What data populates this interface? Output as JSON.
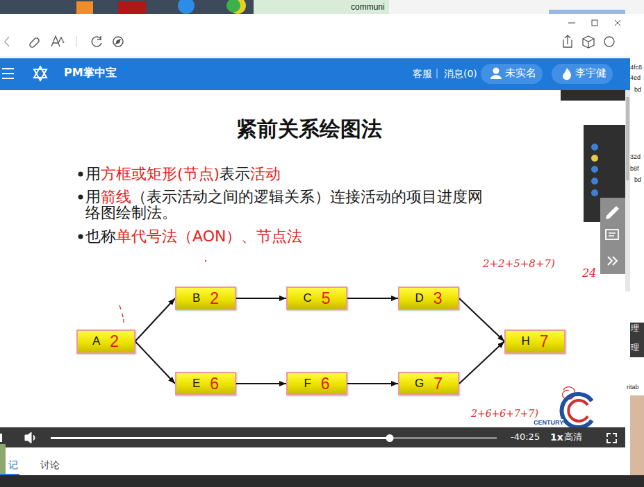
{
  "diagram": {
    "title": "紧前关系绘图法",
    "nodes": [
      {
        "text": [
          "A",
          "2"
        ]
      },
      {
        "text": [
          "B",
          "2"
        ]
      },
      {
        "text": [
          "C",
          "5"
        ]
      },
      {
        "text": [
          "D",
          "3"
        ]
      },
      {
        "text": [
          "E",
          "6"
        ]
      },
      {
        "text": [
          "F",
          "6"
        ]
      },
      {
        "text": [
          "G",
          "7"
        ]
      },
      {
        "text": [
          "H",
          "7"
        ]
      }
    ],
    "edges": [
      {
        "from": 0,
        "to": 1,
        "arrow": "to"
      },
      {
        "from": 1,
        "to": 2,
        "arrow": "to"
      },
      {
        "from": 2,
        "to": 3,
        "arrow": "to"
      },
      {
        "from": 3,
        "to": 7,
        "arrow": "to"
      },
      {
        "from": 0,
        "to": 4,
        "arrow": "to"
      },
      {
        "from": 4,
        "to": 5,
        "arrow": "to"
      },
      {
        "from": 5,
        "to": 6,
        "arrow": "to"
      },
      {
        "from": 6,
        "to": 7,
        "arrow": "to"
      }
    ],
    "labels": [
      "PM掌中宝",
      "客服",
      "消息(0)",
      "未实名",
      "李宇健",
      "用",
      "方框或矩形(节点)",
      "表示",
      "活动",
      "用",
      "箭线",
      "（表示活动之间的逻辑关系）连接活动的项目进度网络图绘制法。",
      "也称",
      "单代号法（AON）、节点法",
      "2+2+5+8+7)",
      "24",
      "2+6+6+7+7)",
      "CENTURY",
      "-40:25",
      "1x",
      "高清",
      "记",
      "讨论",
      "communi",
      "4fc8",
      "4ed",
      "bd",
      "32d",
      "b8f",
      "bd",
      "理",
      "理",
      "ritab"
    ]
  }
}
